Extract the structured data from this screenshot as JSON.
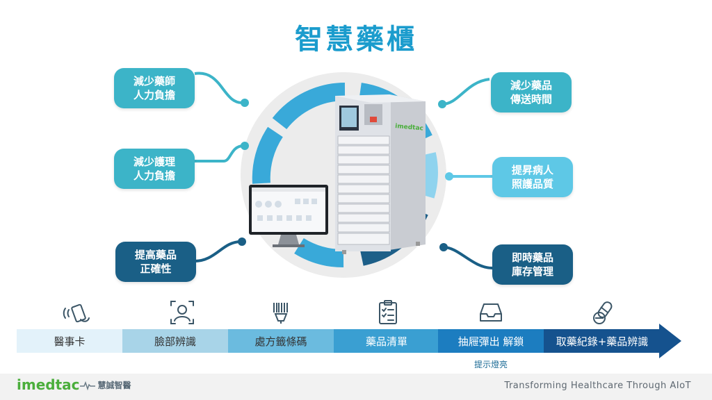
{
  "title": "智慧藥櫃",
  "benefits": {
    "left": [
      {
        "line1": "減少藥師",
        "line2": "人力負擔"
      },
      {
        "line1": "減少護理",
        "line2": "人力負擔"
      },
      {
        "line1": "提高藥品",
        "line2": "正確性"
      }
    ],
    "right": [
      {
        "line1": "減少藥品",
        "line2": "傳送時間"
      },
      {
        "line1": "提昇病人",
        "line2": "照護品質"
      },
      {
        "line1": "即時藥品",
        "line2": "庫存管理"
      }
    ]
  },
  "cabinet": {
    "brand": "imedtac"
  },
  "steps": [
    {
      "label": "醫事卡",
      "icon": "nfc-card-icon",
      "color": "#e3f2fa",
      "text_color": "#333333"
    },
    {
      "label": "臉部辨識",
      "icon": "face-recognition-icon",
      "color": "#a8d4e8",
      "text_color": "#333333"
    },
    {
      "label": "處方籤條碼",
      "icon": "barcode-scanner-icon",
      "color": "#6bbbdf",
      "text_color": "#333333"
    },
    {
      "label": "藥品清單",
      "icon": "checklist-icon",
      "color": "#3a9fd2",
      "text_color": "#ffffff"
    },
    {
      "label": "抽屜彈出 解鎖",
      "icon": "drawer-tray-icon",
      "color": "#1c7dc0",
      "text_color": "#ffffff"
    },
    {
      "label": "取藥紀錄+藥品辨識",
      "icon": "pills-icon",
      "color": "#15528e",
      "text_color": "#ffffff"
    }
  ],
  "step_note": "提示燈亮",
  "footer": {
    "logo_word": "imedtac",
    "logo_cn": "慧誠智醫",
    "tagline": "Transforming Healthcare Through AIoT"
  }
}
